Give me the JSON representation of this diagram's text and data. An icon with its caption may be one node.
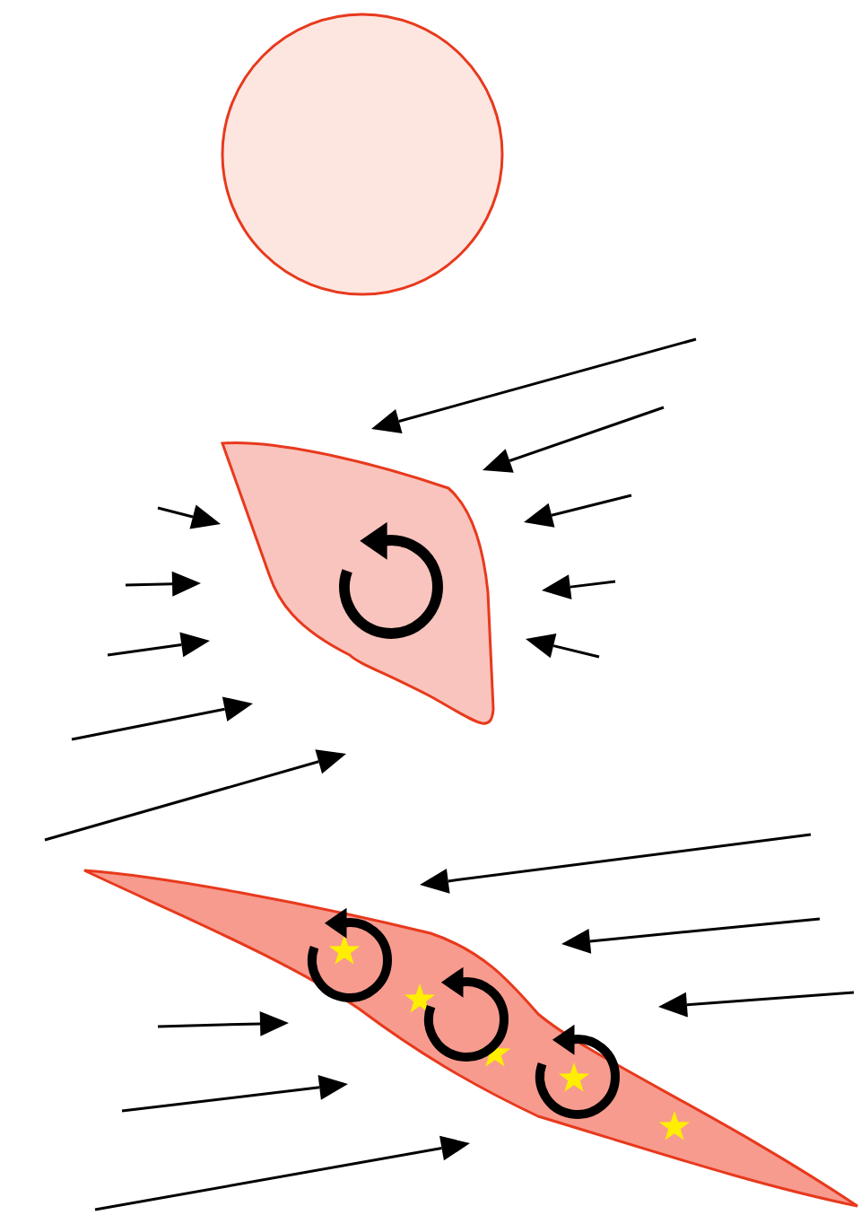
{
  "diagram": {
    "nodes": [
      {
        "text": [],
        "shape": "circle"
      },
      {
        "text": [],
        "shape": "blob"
      },
      {
        "text": [],
        "shape": "blob"
      }
    ]
  }
}
